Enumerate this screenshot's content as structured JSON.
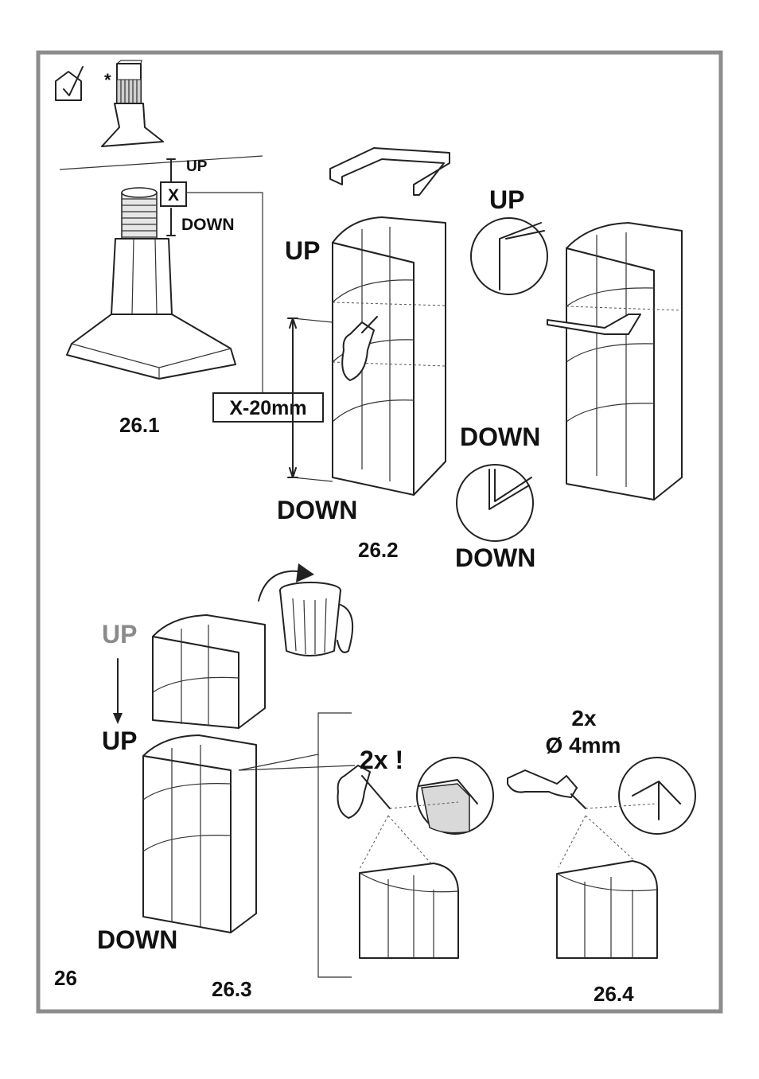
{
  "page_number": "26",
  "symbol": {
    "asterisk": "*",
    "icon": "house-check-icon"
  },
  "step_26_1": {
    "caption": "26.1",
    "up_label": "UP",
    "down_label": "DOWN",
    "x_label": "X",
    "measure_label": "X-20mm"
  },
  "step_26_2": {
    "caption": "26.2",
    "chimney_up_label": "UP",
    "chimney_down_label": "DOWN",
    "detail_up_label": "UP",
    "detail_down_label_top": "DOWN",
    "detail_down_label_bottom": "DOWN"
  },
  "step_26_3": {
    "caption": "26.3",
    "up_top_label": "UP",
    "up_bottom_label": "UP",
    "down_label": "DOWN"
  },
  "step_26_4": {
    "caption": "26.4",
    "mark_label": "2x !",
    "drill_count_label": "2x",
    "drill_size_label": "Ø 4mm"
  },
  "colors": {
    "border": "#8c8c8c",
    "ink": "#111111",
    "faded_label": "#8a8a8a",
    "shade": "#d9d9d9"
  }
}
